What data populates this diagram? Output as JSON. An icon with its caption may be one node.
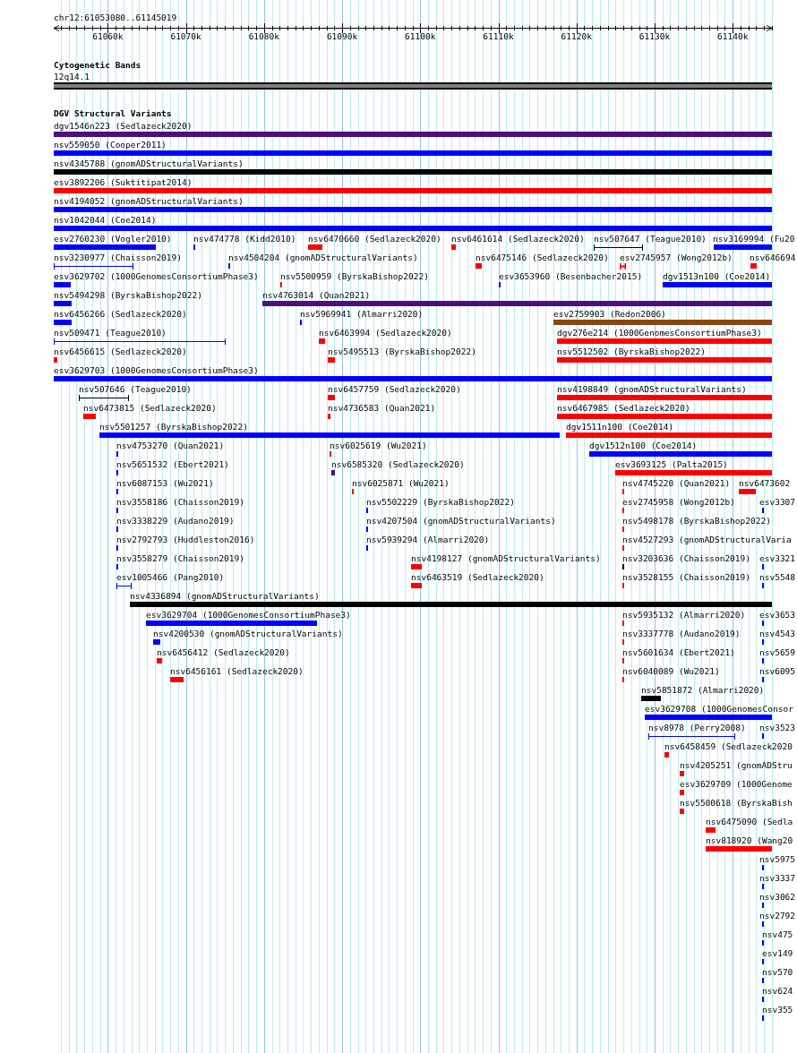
{
  "diagram": {
    "nodes": [
      {
        "text": [
          "12q14.1"
        ]
      },
      {
        "text": [
          "dgv1546n223 (Sedlazeck2020)"
        ]
      },
      {
        "text": [
          "nsv559050 (Cooper2011)"
        ]
      },
      {
        "text": [
          "nsv4345788 (gnomADStructuralVariants)"
        ]
      },
      {
        "text": [
          "esv3892206 (Suktitipat2014)"
        ]
      },
      {
        "text": [
          "nsv4194052 (gnomADStructuralVariants)"
        ]
      },
      {
        "text": [
          "nsv1042044 (Coe2014)"
        ]
      },
      {
        "text": [
          "esv2760230 (Vogler2010)"
        ]
      },
      {
        "text": [
          "nsv474778 (Kidd2010)"
        ]
      },
      {
        "text": [
          "nsv6470660 (Sedlazeck2020)"
        ]
      },
      {
        "text": [
          "nsv6461614 (Sedlazeck2020)"
        ]
      },
      {
        "text": [
          "nsv507647 (Teague2010)"
        ]
      },
      {
        "text": [
          "nsv3169994 (Fu20"
        ]
      },
      {
        "text": [
          "nsv3230977 (Chaisson2019)"
        ]
      },
      {
        "text": [
          "nsv4504204 (gnomADStructuralVariants)"
        ]
      },
      {
        "text": [
          "nsv6475146 (Sedlazeck2020)"
        ]
      },
      {
        "text": [
          "esv2745957 (Wong2012b)"
        ]
      },
      {
        "text": [
          "nsv646694"
        ]
      },
      {
        "text": [
          "esv3629702 (1000GenomesConsortiumPhase3)"
        ]
      },
      {
        "text": [
          "nsv5500959 (ByrskaBishop2022)"
        ]
      },
      {
        "text": [
          "esv3653960 (Besenbacher2015)"
        ]
      },
      {
        "text": [
          "dgv1513n100 (Coe2014)"
        ]
      },
      {
        "text": [
          "nsv5494298 (ByrskaBishop2022)"
        ]
      },
      {
        "text": [
          "nsv4763014 (Quan2021)"
        ]
      },
      {
        "text": [
          "nsv6456266 (Sedlazeck2020)"
        ]
      },
      {
        "text": [
          "nsv5969941 (Almarri2020)"
        ]
      },
      {
        "text": [
          "esv2759903 (Redon2006)"
        ]
      },
      {
        "text": [
          "nsv509471 (Teague2010)"
        ]
      },
      {
        "text": [
          "nsv6463994 (Sedlazeck2020)"
        ]
      },
      {
        "text": [
          "dgv276e214 (1000GenomesConsortiumPhase3)"
        ]
      },
      {
        "text": [
          "nsv6456615 (Sedlazeck2020)"
        ]
      },
      {
        "text": [
          "nsv5495513 (ByrskaBishop2022)"
        ]
      },
      {
        "text": [
          "nsv5512502 (ByrskaBishop2022)"
        ]
      },
      {
        "text": [
          "esv3629703 (1000GenomesConsortiumPhase3)"
        ]
      },
      {
        "text": [
          "nsv507646 (Teague2010)"
        ]
      },
      {
        "text": [
          "nsv6457759 (Sedlazeck2020)"
        ]
      },
      {
        "text": [
          "nsv4198849 (gnomADStructuralVariants)"
        ]
      },
      {
        "text": [
          "nsv6473815 (Sedlazeck2020)"
        ]
      },
      {
        "text": [
          "nsv4736583 (Quan2021)"
        ]
      },
      {
        "text": [
          "nsv6467985 (Sedlazeck2020)"
        ]
      },
      {
        "text": [
          "nsv5501257 (ByrskaBishop2022)"
        ]
      },
      {
        "text": [
          "dgv1511n100 (Coe2014)"
        ]
      },
      {
        "text": [
          "nsv4753270 (Quan2021)"
        ]
      },
      {
        "text": [
          "nsv6025619 (Wu2021)"
        ]
      },
      {
        "text": [
          "dgv1512n100 (Coe2014)"
        ]
      },
      {
        "text": [
          "nsv5651532 (Ebert2021)"
        ]
      },
      {
        "text": [
          "nsv6585320 (Sedlazeck2020)"
        ]
      },
      {
        "text": [
          "esv3693125 (Palta2015)"
        ]
      },
      {
        "text": [
          "nsv6087153 (Wu2021)"
        ]
      },
      {
        "text": [
          "nsv6025871 (Wu2021)"
        ]
      },
      {
        "text": [
          "nsv4745220 (Quan2021)"
        ]
      },
      {
        "text": [
          "nsv6473602"
        ]
      },
      {
        "text": [
          "nsv3558186 (Chaisson2019)"
        ]
      },
      {
        "text": [
          "nsv5502229 (ByrskaBishop2022)"
        ]
      },
      {
        "text": [
          "esv2745958 (Wong2012b)"
        ]
      },
      {
        "text": [
          "esv3307"
        ]
      },
      {
        "text": [
          "nsv3338229 (Audano2019)"
        ]
      },
      {
        "text": [
          "nsv4207504 (gnomADStructuralVariants)"
        ]
      },
      {
        "text": [
          "nsv5498178 (ByrskaBishop2022)"
        ]
      },
      {
        "text": [
          "nsv2792793 (Huddleston2016)"
        ]
      },
      {
        "text": [
          "nsv5939294 (Almarri2020)"
        ]
      },
      {
        "text": [
          "nsv4527293 (gnomADStructuralVaria"
        ]
      },
      {
        "text": [
          "nsv3558279 (Chaisson2019)"
        ]
      },
      {
        "text": [
          "nsv4198127 (gnomADStructuralVariants)"
        ]
      },
      {
        "text": [
          "nsv3203636 (Chaisson2019)"
        ]
      },
      {
        "text": [
          "esv3321"
        ]
      },
      {
        "text": [
          "esv1005466 (Pang2010)"
        ]
      },
      {
        "text": [
          "nsv6463519 (Sedlazeck2020)"
        ]
      },
      {
        "text": [
          "nsv3528155 (Chaisson2019)"
        ]
      },
      {
        "text": [
          "nsv5548"
        ]
      },
      {
        "text": [
          "nsv4336894 (gnomADStructuralVariants)"
        ]
      },
      {
        "text": [
          "esv3629704 (1000GenomesConsortiumPhase3)"
        ]
      },
      {
        "text": [
          "nsv5935132 (Almarri2020)"
        ]
      },
      {
        "text": [
          "esv3653"
        ]
      },
      {
        "text": [
          "nsv4200530 (gnomADStructuralVariants)"
        ]
      },
      {
        "text": [
          "nsv3337778 (Audano2019)"
        ]
      },
      {
        "text": [
          "nsv4543"
        ]
      },
      {
        "text": [
          "nsv6456412 (Sedlazeck2020)"
        ]
      },
      {
        "text": [
          "nsv5601634 (Ebert2021)"
        ]
      },
      {
        "text": [
          "nsv5659"
        ]
      },
      {
        "text": [
          "nsv6456161 (Sedlazeck2020)"
        ]
      },
      {
        "text": [
          "nsv6040089 (Wu2021)"
        ]
      },
      {
        "text": [
          "nsv6095"
        ]
      },
      {
        "text": [
          "nsv5851872 (Almarri2020)"
        ]
      },
      {
        "text": [
          "esv3629708 (1000GenomesConsor"
        ]
      },
      {
        "text": [
          "nsv8978 (Perry2008)"
        ]
      },
      {
        "text": [
          "nsv3523"
        ]
      },
      {
        "text": [
          "nsv6458459 (Sedlazeck2020"
        ]
      },
      {
        "text": [
          "nsv4205251 (gnomADStru"
        ]
      },
      {
        "text": [
          "esv3629709 (1000Genome"
        ]
      },
      {
        "text": [
          "nsv5500618 (ByrskaBish"
        ]
      },
      {
        "text": [
          "nsv6475090 (Sedla"
        ]
      },
      {
        "text": [
          "nsv818920 (Wang20"
        ]
      },
      {
        "text": [
          "nsv5975"
        ]
      },
      {
        "text": [
          "nsv3337"
        ]
      },
      {
        "text": [
          "nsv3062"
        ]
      },
      {
        "text": [
          "nsv2792"
        ]
      },
      {
        "text": [
          "nsv475"
        ]
      },
      {
        "text": [
          "esv149"
        ]
      },
      {
        "text": [
          "nsv570"
        ]
      },
      {
        "text": [
          "nsv624"
        ]
      },
      {
        "text": [
          "nsv355"
        ]
      }
    ],
    "labels": [
      "chr12:61053080..61145019",
      "61060k",
      "61070k",
      "61080k",
      "61090k",
      "61100k",
      "61110k",
      "61120k",
      "61130k",
      "61140k",
      "Cytogenetic Bands",
      "DGV Structural Variants"
    ]
  }
}
